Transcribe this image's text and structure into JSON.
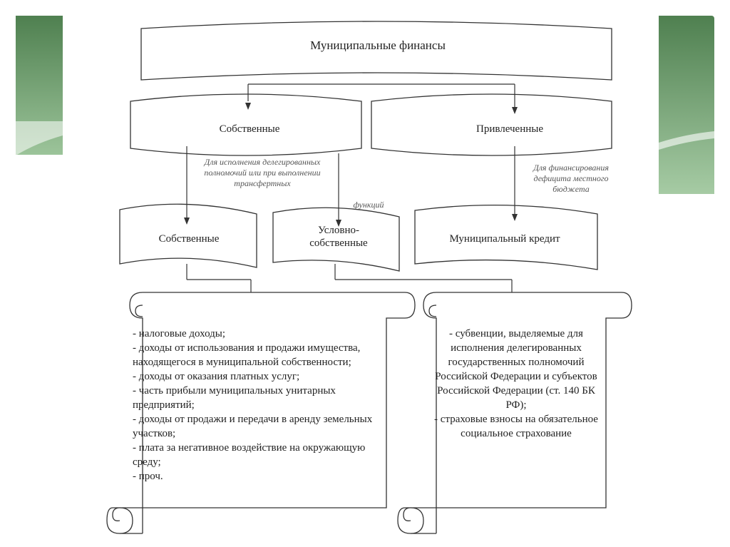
{
  "diagram": {
    "title": "Муниципальные финансы",
    "level1": {
      "own": "Собственные",
      "borrowed": "Привлеченные"
    },
    "level2": {
      "own": "Собственные",
      "conditional": "Условно-собственные",
      "credit": "Муниципальный кредит"
    },
    "notes": {
      "delegated": "Для исполнения делегированных полномочий или при выполнении трансфертных",
      "functions": "функций",
      "deficit": "Для финансирования дефицита местного бюджета"
    },
    "left_scroll_items": [
      "- налоговые доходы;",
      "- доходы от использования и продажи имущества, находящегося в муниципальной собственности;",
      "- доходы от оказания платных услуг;",
      "- часть прибыли муниципальных унитарных предприятий;",
      "- доходы от продажи и передачи в аренду земельных участков;",
      "- плата за негативное воздействие на окружающую среду;",
      "- проч."
    ],
    "right_scroll_items": [
      "- субвенции, выделяемые для исполнения делегированных государственных полномочий Российской Федерации и субъектов Российской Федерации (ст. 140 БК РФ);",
      "- страховые взносы на обязательное социальное страхование"
    ]
  },
  "theme": {
    "accent_green": "#5e8f5e",
    "line_color": "#333333"
  }
}
